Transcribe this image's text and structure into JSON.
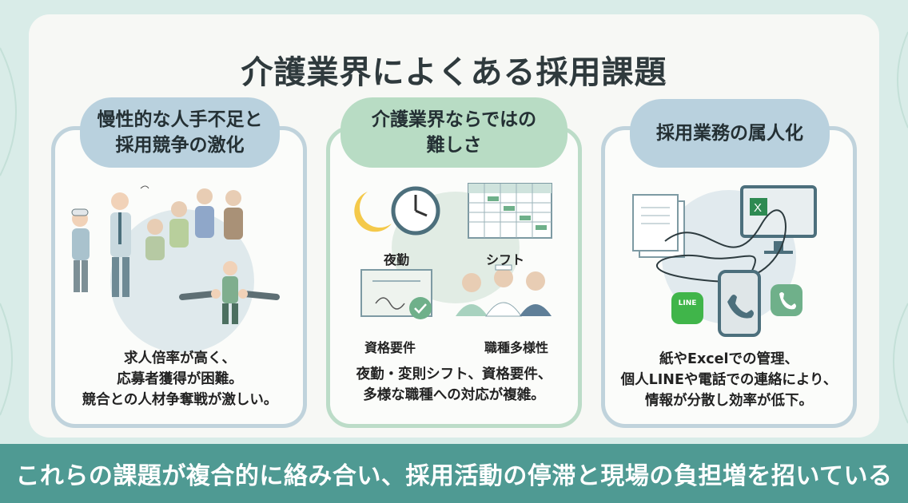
{
  "title": "介護業界によくある採用課題",
  "cards": [
    {
      "heading": "慢性的な人手不足と\n採用競争の激化",
      "text": "求人倍率が高く、\n応募者獲得が困難。\n競合との人材争奪戦が激しい。"
    },
    {
      "heading": "介護業界ならではの\n難しさ",
      "text": "夜勤・変則シフト、資格要件、\n多様な職種への対応が複雑。",
      "labels": [
        "夜勤",
        "シフト",
        "資格要件",
        "職種多様性"
      ]
    },
    {
      "heading": "採用業務の属人化",
      "text": "紙やExcelでの管理、\n個人LINEや電話での連絡により、\n情報が分散し効率が低下。"
    }
  ],
  "line_badge": "LINE",
  "banner": "これらの課題が複合的に絡み合い、採用活動の停滞と現場の負担増を招いている",
  "colors": {
    "background": "#d9ece8",
    "panel": "#f7f8f5",
    "blue_head": "#b9d1de",
    "green_head": "#b8dcc4",
    "banner": "#4f9a93"
  }
}
